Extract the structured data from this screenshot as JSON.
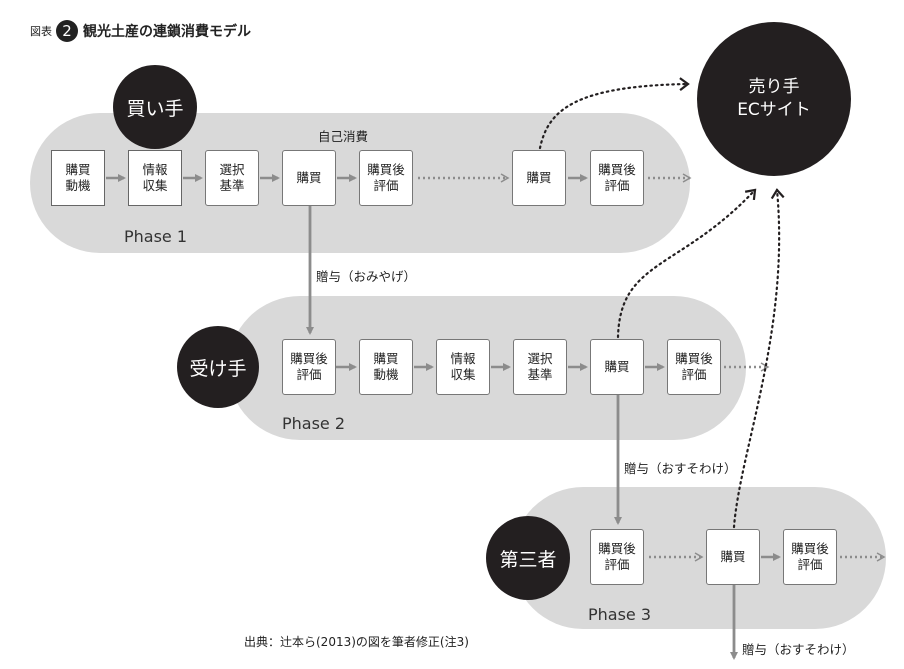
{
  "title": {
    "prefix": "図表",
    "number": "2",
    "text": "観光土産の連鎖消費モデル"
  },
  "actors": {
    "buyer": "買い手",
    "receiver": "受け手",
    "third_party": "第三者",
    "seller_line1": "売り手",
    "seller_line2": "ECサイト"
  },
  "phases": {
    "p1": {
      "label": "Phase 1",
      "self_consumption": "自己消費",
      "steps": [
        "購買\n動機",
        "情報\n収集",
        "選択\n基準",
        "購買",
        "購買後\n評価"
      ],
      "repeat": [
        "購買",
        "購買後\n評価"
      ]
    },
    "p2": {
      "label": "Phase 2",
      "steps": [
        "購買後\n評価",
        "購買\n動機",
        "情報\n収集",
        "選択\n基準",
        "購買",
        "購買後\n評価"
      ]
    },
    "p3": {
      "label": "Phase 3",
      "steps": [
        "購買後\n評価",
        "購買",
        "購買後\n評価"
      ]
    }
  },
  "gifts": {
    "g1": "贈与（おみやげ）",
    "g2": "贈与（おすそわけ）",
    "g3": "贈与（おすそわけ）"
  },
  "source": "出典：辻本ら(2013)の図を筆者修正(注3)",
  "colors": {
    "pill": "#d9d9d9",
    "dark": "#231f20",
    "arrow": "#8c8c8c"
  }
}
